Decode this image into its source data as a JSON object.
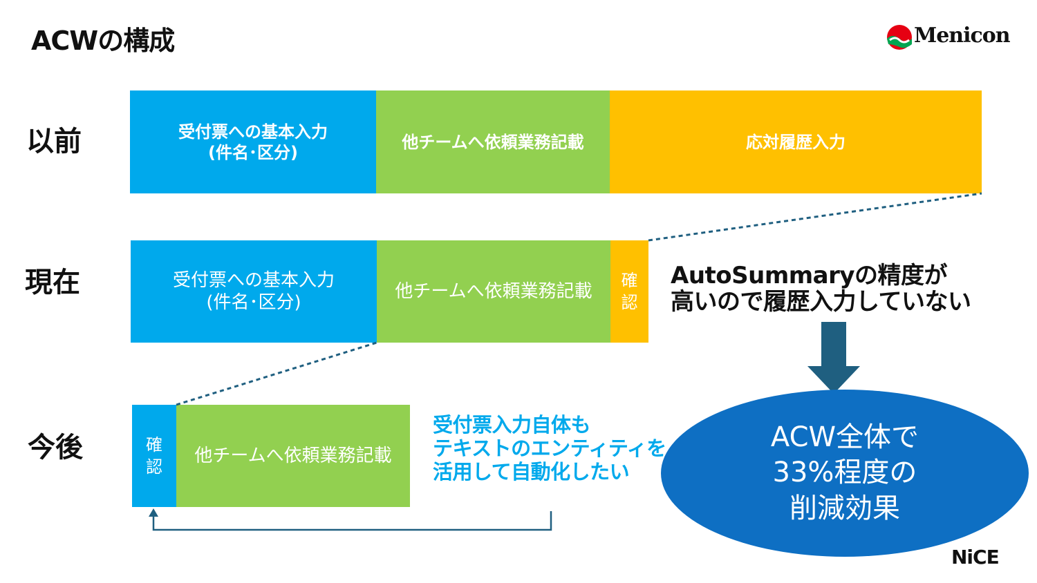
{
  "title": "ACWの構成",
  "logo": {
    "text": "Menicon"
  },
  "rows": {
    "before": {
      "label": "以前",
      "blocks": [
        {
          "text": "受付票への基本入力\n(件名･区分)",
          "color": "#00a9ec"
        },
        {
          "text": "他チームへ依頼業務記載",
          "color": "#92d050"
        },
        {
          "text": "応対履歴入力",
          "color": "#ffc000"
        }
      ]
    },
    "current": {
      "label": "現在",
      "blocks": [
        {
          "text": "受付票への基本入力\n(件名･区分)",
          "color": "#00a9ec"
        },
        {
          "text": "他チームへ依頼業務記載",
          "color": "#92d050"
        },
        {
          "text": "確\n認",
          "color": "#ffc000"
        }
      ]
    },
    "future": {
      "label": "今後",
      "blocks": [
        {
          "text": "確\n認",
          "color": "#00a9ec"
        },
        {
          "text": "他チームへ依頼業務記載",
          "color": "#92d050"
        }
      ]
    }
  },
  "notes": {
    "autosummary": "AutoSummaryの精度が\n高いので履歴入力していない",
    "future_note": "受付票入力自体も\nテキストのエンティティを\n活用して自動化したい"
  },
  "result": {
    "text": "ACW全体で\n33%程度の\n削減効果",
    "color": "#0e6fc3"
  },
  "footer_logo": "NiCE",
  "colors": {
    "arrow": "#1f5f80",
    "dotted_line": "#1f5f80"
  }
}
